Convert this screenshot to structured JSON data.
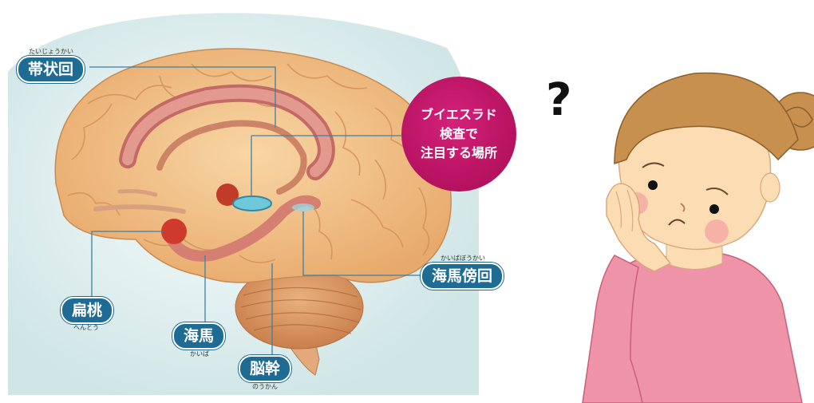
{
  "labels": {
    "cingulate": {
      "text": "帯状回",
      "ruby": "たいじょうかい"
    },
    "amygdala": {
      "text": "扁桃",
      "ruby": "へんとう"
    },
    "hippocampus": {
      "text": "海馬",
      "ruby": "かいば"
    },
    "brainstem": {
      "text": "脳幹",
      "ruby": "のうかん"
    },
    "parahippocampal": {
      "text": "海馬傍回",
      "ruby": "かいばぼうかい"
    }
  },
  "callout": {
    "line1": "ブイエスラド",
    "line2": "検査で",
    "line3": "注目する場所"
  },
  "question": "?",
  "colors": {
    "label_bg": "#1e6b93",
    "callout": "#c2166a",
    "brain": "#f0c48a",
    "limbic": "#d97d73",
    "hair": "#c7904e",
    "shirt": "#ee8fa6",
    "skin": "#fbdcb3"
  },
  "icons": [
    "brain-illustration",
    "thinking-woman-illustration",
    "question-mark"
  ]
}
